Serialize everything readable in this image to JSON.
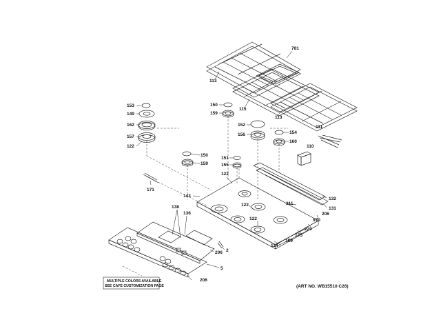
{
  "callouts": {
    "c781": "781",
    "c113a": "113",
    "c115": "115",
    "c113b": "113",
    "c153": "153",
    "c149": "149",
    "c162": "162",
    "c157": "157",
    "c122a": "122",
    "c150a": "150",
    "c159a": "159",
    "c152": "152",
    "c156": "156",
    "c154": "154",
    "c160": "160",
    "c111": "111",
    "c110": "110",
    "c150b": "150",
    "c159b": "159",
    "c151": "151",
    "c155": "155",
    "c171": "171",
    "c122b": "122",
    "c143": "143",
    "c138": "138",
    "c136": "136",
    "c122c": "122",
    "c122d": "122",
    "c311": "311",
    "c132": "132",
    "c131": "131",
    "c206a": "206",
    "c970": "970",
    "c220": "220",
    "c175": "175",
    "c169": "169",
    "c114": "114",
    "c2": "2",
    "c206b": "206",
    "c5": "5",
    "c206c": "206"
  },
  "note": {
    "line1": "MULTIPLE COLORS AVAILABLE",
    "line2": "SEE CAFE CUSTOMIZATION PAGE"
  },
  "art_number": "(ART NO. WB15510 C26)"
}
